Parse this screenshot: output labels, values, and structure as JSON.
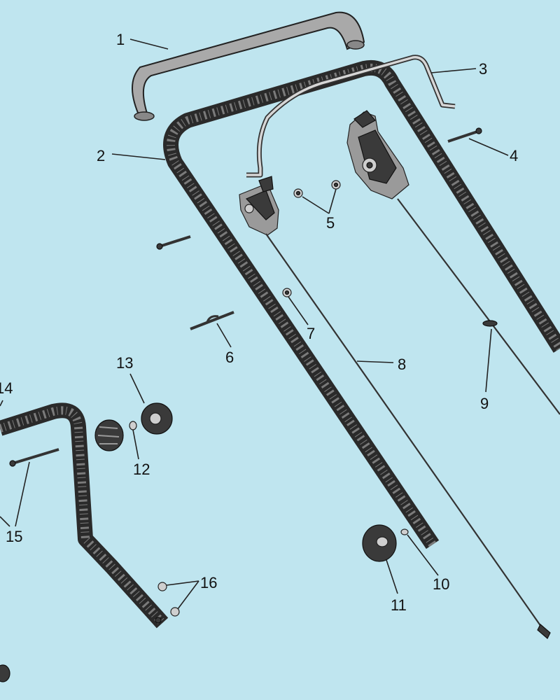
{
  "diagram": {
    "parts": [
      {
        "num": "1",
        "name": "top-handle-grip"
      },
      {
        "num": "2",
        "name": "upper-handle-frame"
      },
      {
        "num": "3",
        "name": "control-bail-bar"
      },
      {
        "num": "4",
        "name": "bolt"
      },
      {
        "num": "5",
        "name": "nuts"
      },
      {
        "num": "6",
        "name": "cable-clip"
      },
      {
        "num": "7",
        "name": "nut"
      },
      {
        "num": "8",
        "name": "control-cable"
      },
      {
        "num": "9",
        "name": "cable-tie"
      },
      {
        "num": "10",
        "name": "washer"
      },
      {
        "num": "11",
        "name": "handle-knob"
      },
      {
        "num": "12",
        "name": "washer"
      },
      {
        "num": "13",
        "name": "handle-knob"
      },
      {
        "num": "14",
        "name": "lower-handle"
      },
      {
        "num": "15",
        "name": "bolt"
      },
      {
        "num": "16",
        "name": "nuts"
      }
    ]
  }
}
